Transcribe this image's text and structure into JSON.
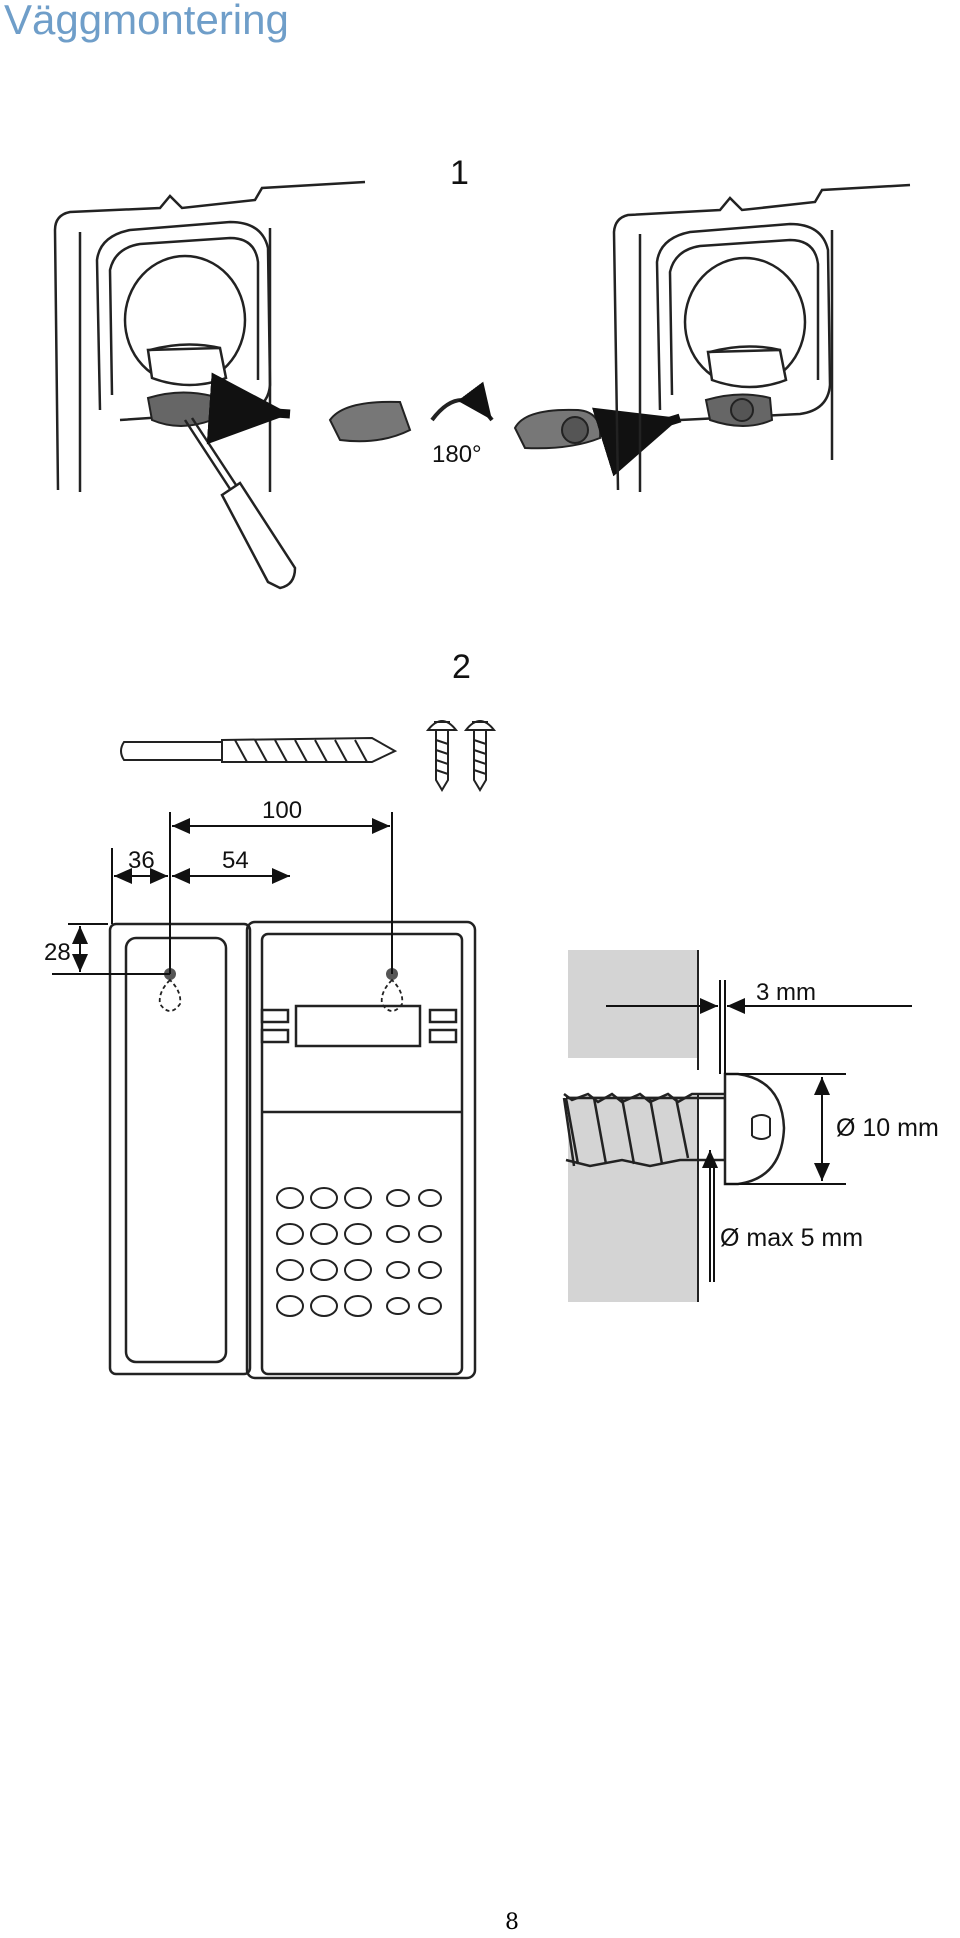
{
  "page": {
    "title": "Väggmontering",
    "page_number": "8"
  },
  "step1": {
    "number": "1",
    "rotation_label": "180°"
  },
  "step2": {
    "number": "2",
    "dimensions": {
      "d100": "100",
      "d36": "36",
      "d54": "54",
      "d28": "28"
    },
    "screw_detail": {
      "gap": "3 mm",
      "head_diameter": "Ø 10 mm",
      "shaft_diameter": "Ø max 5 mm"
    }
  }
}
